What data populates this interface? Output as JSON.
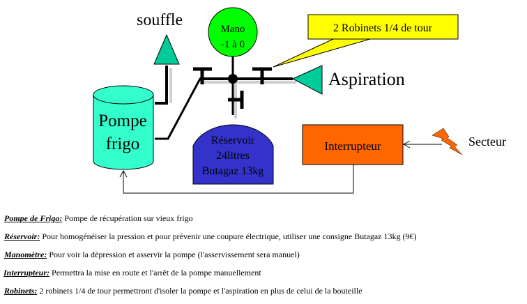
{
  "diagram": {
    "labels": {
      "souffle": "souffle",
      "aspiration": "Aspiration",
      "secteur": "Secteur"
    },
    "manometer": {
      "line1": "Mano",
      "line2": "-1 à 0"
    },
    "callout": {
      "text": "2 Robinets 1/4 de tour"
    },
    "pump": {
      "line1": "Pompe",
      "line2": "frigo"
    },
    "reservoir": {
      "line1": "Réservoir",
      "line2": "24litres",
      "line3": "Butagaz 13kg"
    },
    "switch": {
      "label": "Interrupteur"
    },
    "icons": {
      "power": "lightning-bolt-icon",
      "outlet": "triangle-icon"
    },
    "colors": {
      "pump_fill": "#33ffcc",
      "triangle_fill": "#00cc99",
      "manometer_fill": "#00ff00",
      "reservoir_fill": "#3333cc",
      "switch_fill": "#ff6600",
      "callout_fill": "#ffff00",
      "bolt_fill": "#ff6600"
    }
  },
  "legend": [
    {
      "term": "Pompe de Frigo:",
      "text": " Pompe de récupération sur vieux frigo"
    },
    {
      "term": "Réservoir:",
      "text": " Pour homogénéiser la pression et pour prévenir une coupure électrique, utiliser une consigne Butagaz 13kg (9€)"
    },
    {
      "term": "Manomètre:",
      "text": " Pour voir la dépression et asservir la pompe (l'asservissement sera manuel)"
    },
    {
      "term": "Interrupteur:",
      "text": " Permettra la mise en route et l'arrêt de la pompe manuellement"
    },
    {
      "term": "Robinets:",
      "text": " 2 robinets 1/4 de tour permettront d'isoler la pompe et l'aspiration en plus de celui de la bouteille"
    }
  ]
}
